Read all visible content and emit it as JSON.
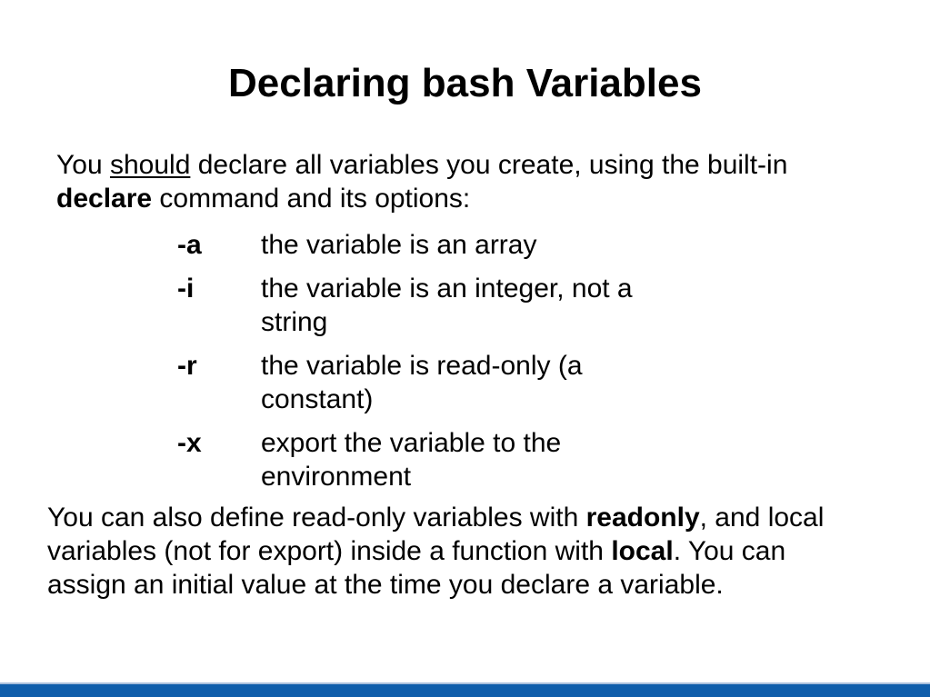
{
  "slide": {
    "title": "Declaring bash Variables",
    "intro": {
      "line1_pre": "You ",
      "line1_underlined": "should",
      "line1_rest": " declare all variables you create, using the built-in",
      "line2_bold": "declare",
      "line2_rest": " command and its options:"
    },
    "options": [
      {
        "flag": "-a",
        "description": "the variable is an array"
      },
      {
        "flag": "-i",
        "description": "the variable is an integer, not a string"
      },
      {
        "flag": "-r",
        "description": "the variable is read-only (a constant)"
      },
      {
        "flag": "-x",
        "description": "export the variable to the environment"
      }
    ],
    "closing": {
      "line1_pre": "You can also define read-only variables with ",
      "line1_bold": "readonly",
      "line1_post": ", and local",
      "line2_pre": "variables (not for export) inside a function with ",
      "line2_bold": "local",
      "line2_post": ". You can",
      "line3": "assign an initial value at the time you declare a variable."
    },
    "colors": {
      "text": "#000000",
      "background": "#ffffff",
      "bottom_bar_blue": "#0f5eab",
      "bottom_bar_edge": "#a9bfdc"
    }
  }
}
